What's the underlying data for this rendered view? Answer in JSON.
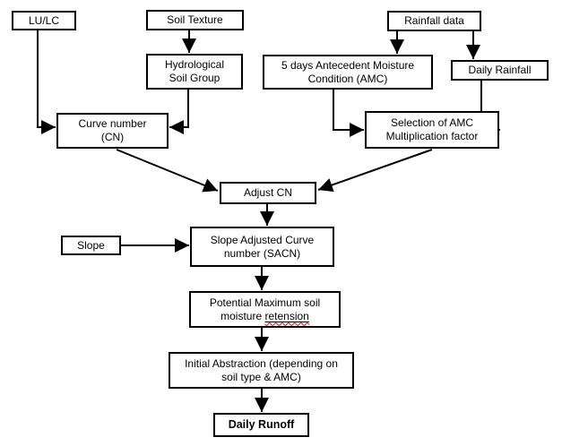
{
  "diagram": {
    "type": "flowchart",
    "colors": {
      "background": "#ffffff",
      "box_border": "#000000",
      "text": "#000000",
      "spellcheck_squiggle": "#d40000"
    },
    "nodes": {
      "lu_lc": {
        "lines": [
          "LU/LC"
        ]
      },
      "soil_texture": {
        "lines": [
          "Soil Texture"
        ]
      },
      "rainfall_data": {
        "lines": [
          "Rainfall data"
        ]
      },
      "hydrological_soil_group": {
        "lines": [
          "Hydrological",
          "Soil Group"
        ]
      },
      "antecedent_moisture": {
        "lines": [
          "5 days Antecedent Moisture",
          "Condition (AMC)"
        ]
      },
      "daily_rainfall": {
        "lines": [
          "Daily Rainfall"
        ]
      },
      "curve_number": {
        "lines": [
          "Curve number",
          "(CN)"
        ]
      },
      "amc_factor_selection": {
        "lines": [
          "Selection of AMC",
          "Multiplication factor"
        ]
      },
      "adjust_cn": {
        "lines": [
          "Adjust CN"
        ]
      },
      "slope": {
        "lines": [
          "Slope"
        ]
      },
      "sacn": {
        "lines": [
          "Slope Adjusted Curve",
          "number (SACN)"
        ]
      },
      "potential_max_retention": {
        "line1": "Potential Maximum soil",
        "line2_prefix": "moisture",
        "line2_underlined_word": "retension"
      },
      "initial_abstraction": {
        "lines": [
          "Initial Abstraction (depending on",
          "soil type & AMC)"
        ]
      },
      "daily_runoff": {
        "lines": [
          "Daily Runoff"
        ]
      }
    },
    "edges": [
      {
        "from": "lu_lc",
        "to": "curve_number"
      },
      {
        "from": "soil_texture",
        "to": "hydrological_soil_group"
      },
      {
        "from": "hydrological_soil_group",
        "to": "curve_number"
      },
      {
        "from": "rainfall_data",
        "to": "antecedent_moisture"
      },
      {
        "from": "rainfall_data",
        "to": "daily_rainfall"
      },
      {
        "from": "antecedent_moisture",
        "to": "amc_factor_selection"
      },
      {
        "from": "daily_rainfall",
        "to": "amc_factor_selection"
      },
      {
        "from": "curve_number",
        "to": "adjust_cn"
      },
      {
        "from": "amc_factor_selection",
        "to": "adjust_cn"
      },
      {
        "from": "adjust_cn",
        "to": "sacn"
      },
      {
        "from": "slope",
        "to": "sacn"
      },
      {
        "from": "sacn",
        "to": "potential_max_retention"
      },
      {
        "from": "potential_max_retention",
        "to": "initial_abstraction"
      },
      {
        "from": "initial_abstraction",
        "to": "daily_runoff"
      }
    ]
  }
}
